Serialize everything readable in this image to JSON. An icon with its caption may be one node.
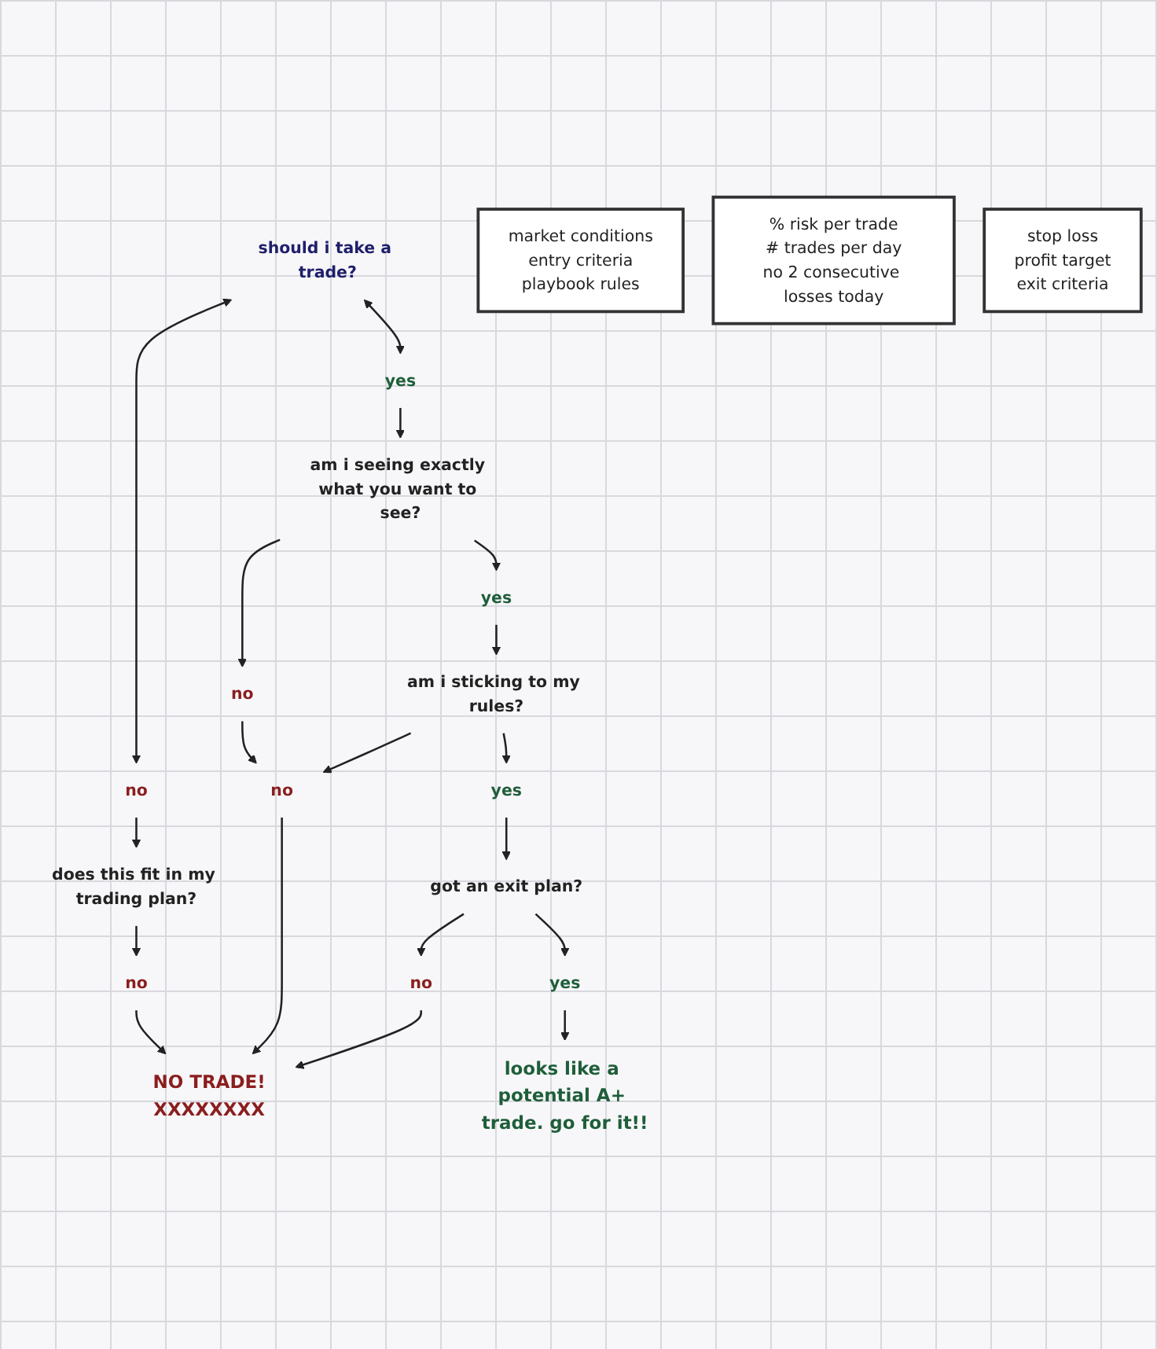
{
  "diagram": {
    "nodes": [
      {
        "text": [
          "should i take a trade?"
        ]
      },
      {
        "text": [
          "no"
        ]
      },
      {
        "text": [
          "yes"
        ]
      },
      {
        "text": [
          "does this fit in my trading plan?"
        ]
      },
      {
        "text": [
          "no"
        ]
      },
      {
        "text": [
          "am i seeing exactly what you want to see?"
        ]
      },
      {
        "text": [
          "market conditions",
          "entry criteria",
          "playbook rules"
        ]
      },
      {
        "text": [
          "no"
        ]
      },
      {
        "text": [
          "yes"
        ]
      },
      {
        "text": [
          "NO TRADE!",
          "XXXXXXXX"
        ]
      },
      {
        "text": [
          "no"
        ]
      },
      {
        "text": [
          "am i sticking to my rules?"
        ]
      },
      {
        "text": [
          "% risk per trade",
          "# trades per day",
          "no 2 consecutive losses today"
        ]
      },
      {
        "text": [
          "yes"
        ]
      },
      {
        "text": [
          "no"
        ]
      },
      {
        "text": [
          "got an exit plan?"
        ]
      },
      {
        "text": [
          "stop loss",
          "profit target",
          "exit criteria"
        ]
      },
      {
        "text": [
          "looks like a potential A+ trade. go for it!!"
        ]
      },
      {
        "text": [
          "yes"
        ]
      }
    ],
    "edges": [
      {
        "from": 0,
        "to": 1,
        "arrow": "both"
      },
      {
        "from": 0,
        "to": 2,
        "arrow": "both"
      },
      {
        "from": 1,
        "to": 3,
        "arrow": "to"
      },
      {
        "from": 3,
        "to": 7,
        "arrow": "to"
      },
      {
        "from": 7,
        "to": 9,
        "arrow": "to"
      },
      {
        "from": 2,
        "to": 5,
        "arrow": "to"
      },
      {
        "from": 5,
        "to": 4,
        "arrow": "to"
      },
      {
        "from": 4,
        "to": 10,
        "arrow": "to"
      },
      {
        "from": 5,
        "to": 8,
        "arrow": "to"
      },
      {
        "from": 8,
        "to": 11,
        "arrow": "to"
      },
      {
        "from": 11,
        "to": 10,
        "arrow": "to"
      },
      {
        "from": 10,
        "to": 9,
        "arrow": "to"
      },
      {
        "from": 11,
        "to": 13,
        "arrow": "to"
      },
      {
        "from": 13,
        "to": 15,
        "arrow": "to"
      },
      {
        "from": 15,
        "to": 14,
        "arrow": "to"
      },
      {
        "from": 14,
        "to": 9,
        "arrow": "to"
      },
      {
        "from": 15,
        "to": 18,
        "arrow": "to"
      },
      {
        "from": 18,
        "to": 17,
        "arrow": "to"
      }
    ]
  }
}
